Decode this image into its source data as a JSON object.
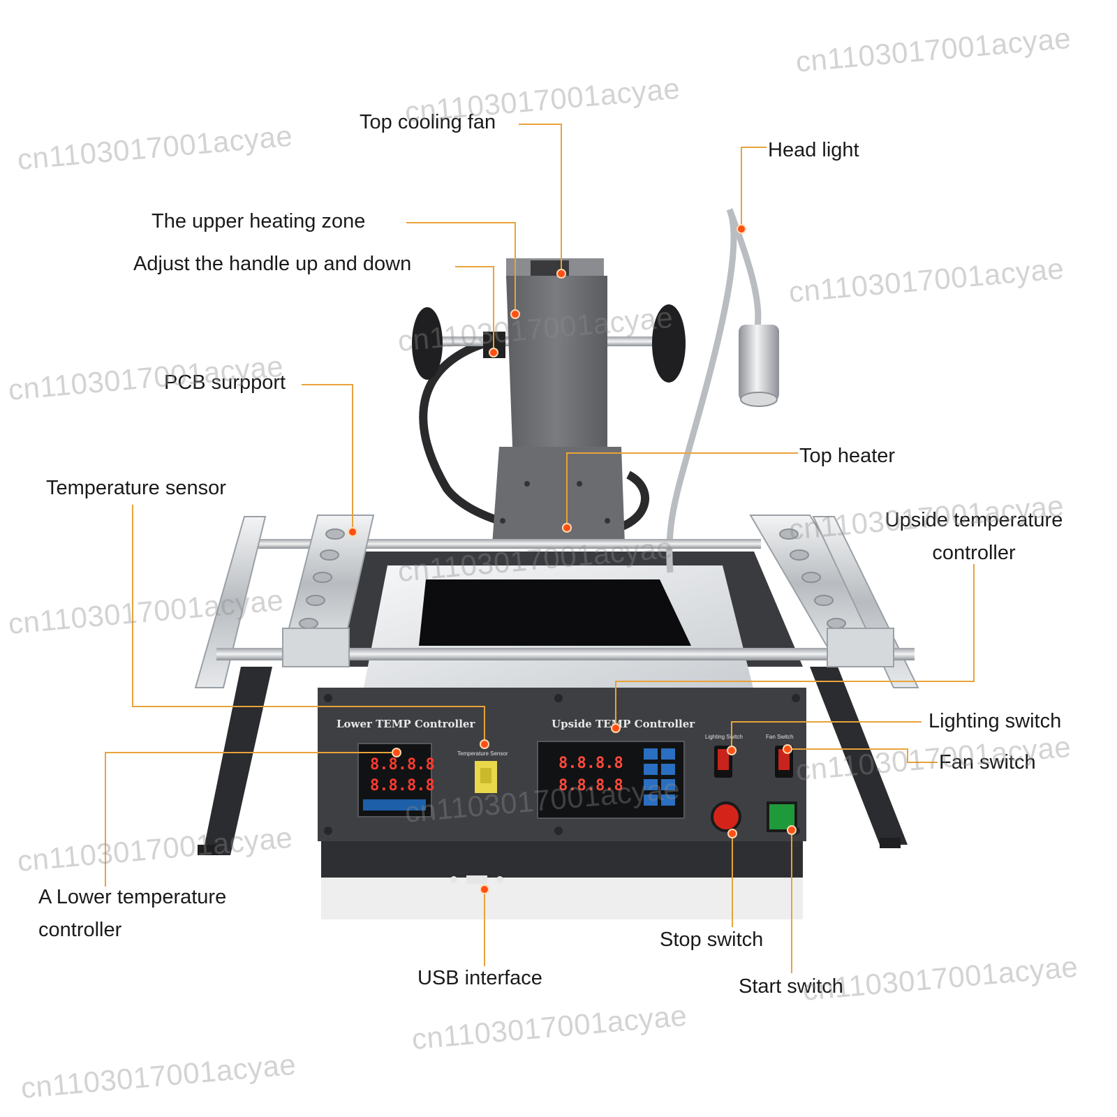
{
  "labels": {
    "top_cooling_fan": "Top cooling fan",
    "head_light": "Head light",
    "upper_heating_zone": "The upper heating zone",
    "adjust_handle": "Adjust the handle up and down",
    "pcb_support": "PCB surpport",
    "top_heater": "Top heater",
    "temperature_sensor": "Temperature sensor",
    "upside_temp_controller": "Upside temperature controller",
    "lighting_switch": "Lighting switch",
    "fan_switch": "Fan switch",
    "lower_temp_controller": "A Lower temperature controller",
    "usb_interface": "USB interface",
    "stop_switch": "Stop switch",
    "start_switch": "Start switch"
  },
  "panel": {
    "lower_title": "Lower TEMP Controller",
    "upside_title": "Upside TEMP Controller",
    "temp_sensor_small": "Temperature Sensor",
    "lighting_switch_small": "Lighting Switch",
    "fan_switch_small": "Fan Switch",
    "display_digits": "8.8.8.8"
  },
  "watermark": "cn1103017001acyae",
  "colors": {
    "leader": "#e8a33a",
    "dot": "#ff4f14",
    "body": "#6e7074",
    "panel": "#3e3f43",
    "rail": "#cfd2d6"
  }
}
